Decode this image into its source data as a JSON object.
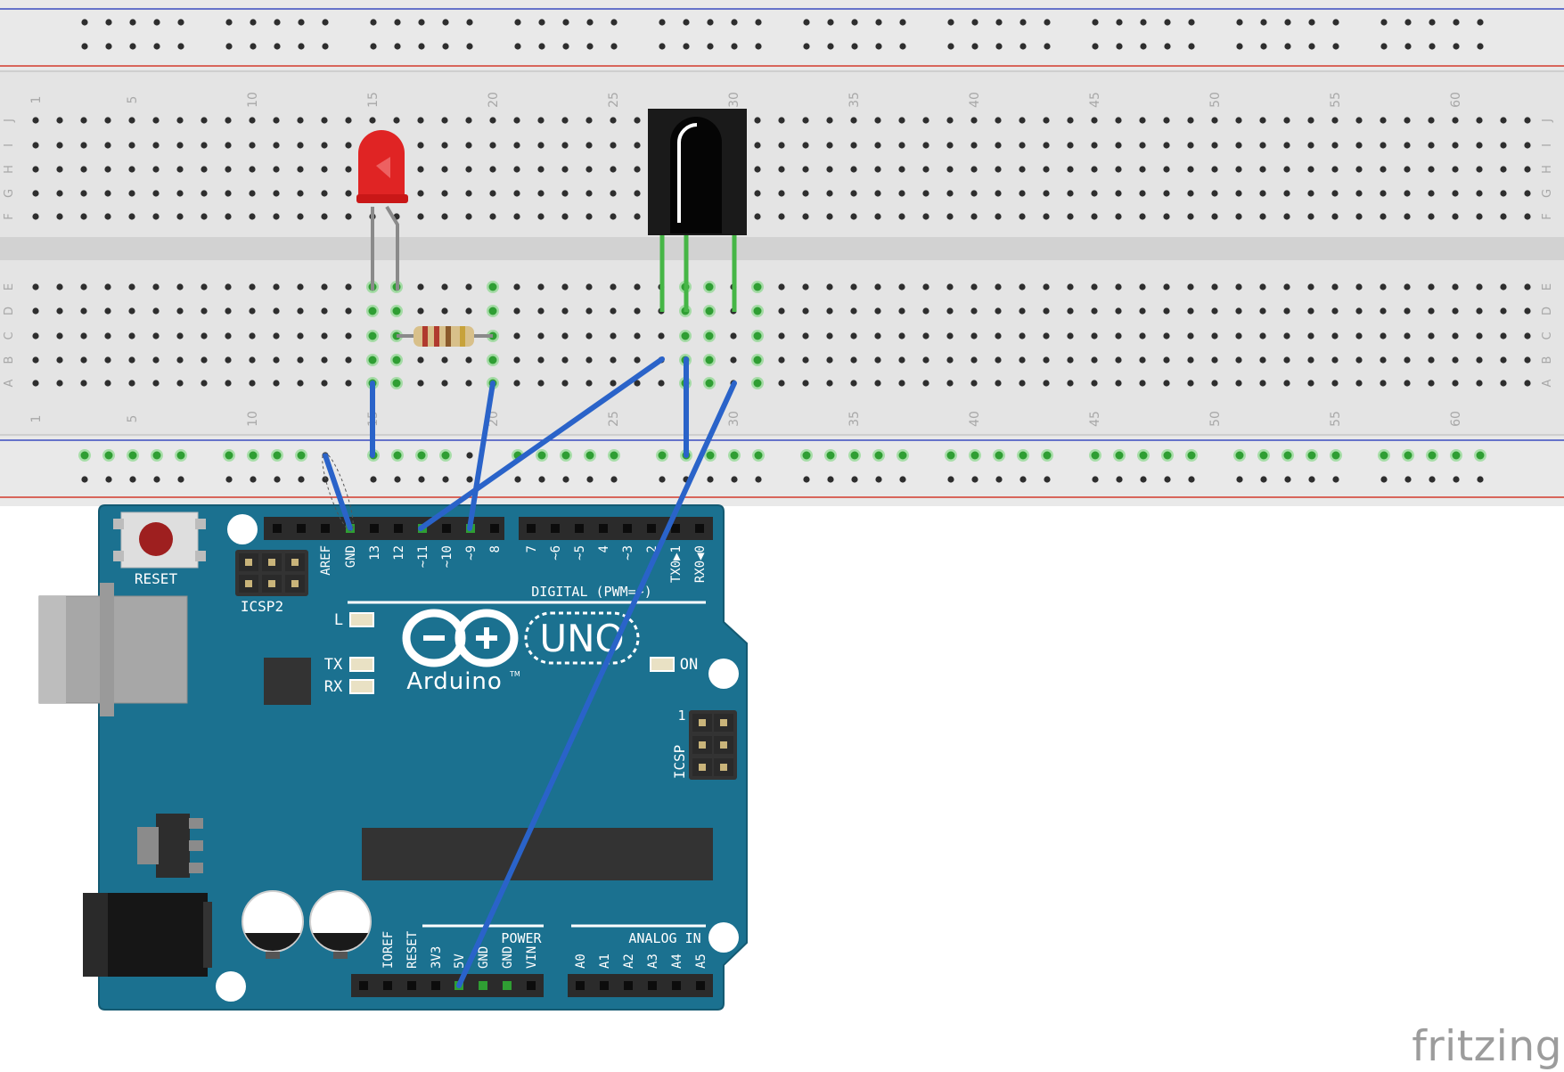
{
  "breadboard": {
    "columns": 63,
    "rows_top": [
      "J",
      "I",
      "H",
      "G",
      "F"
    ],
    "rows_bottom": [
      "E",
      "D",
      "C",
      "B",
      "A"
    ],
    "column_labels": [
      "1",
      "5",
      "10",
      "15",
      "20",
      "25",
      "30",
      "35",
      "40",
      "45",
      "50",
      "55",
      "60"
    ],
    "colors": {
      "body": "#e6e6e6",
      "rail_blue": "#3b4cc0",
      "rail_red": "#d33a2c",
      "hole": "#2e2e2e",
      "used": "#58d05a",
      "label": "#a8a8a8"
    }
  },
  "arduino": {
    "board_color": "#1b7190",
    "logo_text": "Arduino",
    "logo_tm": "TM",
    "model": "UNO",
    "reset_label": "RESET",
    "icsp2_label": "ICSP2",
    "icsp_label": "ICSP",
    "icsp_pin1": "1",
    "digital_label": "DIGITAL (PWM=~)",
    "power_label": "POWER",
    "analog_label": "ANALOG IN",
    "led_l": "L",
    "led_tx": "TX",
    "led_rx": "RX",
    "led_on": "ON",
    "digital_pins_left": [
      "AREF",
      "GND",
      "13",
      "12",
      "~11",
      "~10",
      "~9",
      "8"
    ],
    "digital_pins_right": [
      "7",
      "~6",
      "~5",
      "4",
      "~3",
      "2",
      "TX0▶1",
      "RX0◀0"
    ],
    "power_pins": [
      "IOREF",
      "RESET",
      "3V3",
      "5V",
      "GND",
      "GND",
      "VIN"
    ],
    "analog_pins": [
      "A0",
      "A1",
      "A2",
      "A3",
      "A4",
      "A5"
    ]
  },
  "components": {
    "led": {
      "color": "#e02424"
    },
    "resistor": {
      "bands": [
        "#b03a2e",
        "#b03a2e",
        "#8a5a2b",
        "#c7a23a"
      ]
    },
    "ir_receiver": {
      "color": "#1a1a1a"
    }
  },
  "wire_color": "#2a63c9",
  "watermark": "fritzing"
}
